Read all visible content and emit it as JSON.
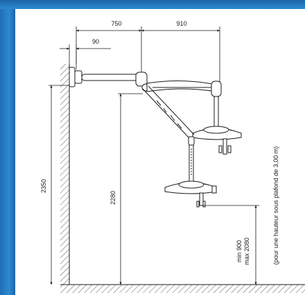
{
  "theme": {
    "band_color": "#2a80c8",
    "line_color": "#1a1a1a"
  },
  "dimensions": {
    "d_750": "750",
    "d_910": "910",
    "d_90": "90",
    "d_2350": "2350",
    "d_2280": "2280",
    "d_min900": "min 900",
    "d_max2080": "max 2080",
    "note_ceiling": "(pour une hauteur sous plafond de 3,00 m)"
  }
}
